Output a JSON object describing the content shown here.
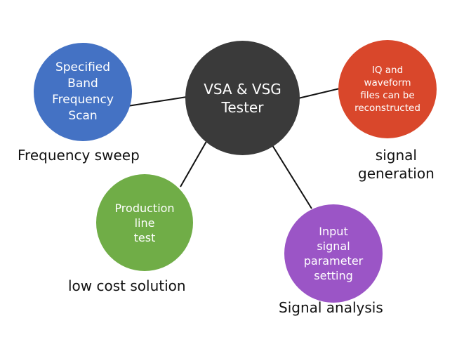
{
  "center": {
    "label": "VSA & VSG\nTester",
    "color": "#3a3a3a"
  },
  "nodes": [
    {
      "id": "frequency-sweep",
      "label": "Specified\nBand\nFrequency\nScan",
      "caption": "Frequency sweep",
      "color": "#4472c4"
    },
    {
      "id": "signal-generation",
      "label": "IQ and\nwaveform\nfiles can be\nreconstructed",
      "caption": "signal\ngeneration",
      "color": "#d9472b"
    },
    {
      "id": "low-cost-solution",
      "label": "Production\nline\ntest",
      "caption": "low cost solution",
      "color": "#70ad47"
    },
    {
      "id": "signal-analysis",
      "label": "Input\nsignal\nparameter\nsetting",
      "caption": "Signal analysis",
      "color": "#9b55c6"
    }
  ],
  "connector_color": "#111111"
}
